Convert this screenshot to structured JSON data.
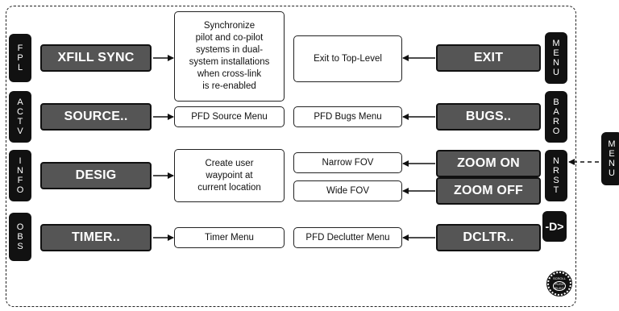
{
  "left_bezel_keys": [
    {
      "chars": [
        "F",
        "P",
        "L"
      ]
    },
    {
      "chars": [
        "A",
        "C",
        "T",
        "V"
      ]
    },
    {
      "chars": [
        "I",
        "N",
        "F",
        "O"
      ]
    },
    {
      "chars": [
        "O",
        "B",
        "S"
      ]
    }
  ],
  "right_bezel_keys": [
    {
      "chars": [
        "M",
        "E",
        "N",
        "U"
      ]
    },
    {
      "chars": [
        "B",
        "A",
        "R",
        "O"
      ]
    },
    {
      "chars": [
        "N",
        "R",
        "S",
        "T"
      ]
    }
  ],
  "external_key": {
    "chars": [
      "M",
      "E",
      "N",
      "U"
    ]
  },
  "direct_to_key": {
    "label": "-D>"
  },
  "knob": {
    "top": "SCROLL",
    "inner1": "PUSH",
    "inner2": "SELECT"
  },
  "left_softkeys": [
    "XFILL SYNC",
    "SOURCE..",
    "DESIG",
    "TIMER.."
  ],
  "right_softkeys": [
    "EXIT",
    "BUGS..",
    "ZOOM ON",
    "ZOOM OFF",
    "DCLTR.."
  ],
  "left_descriptions": [
    "Synchronize\npilot and co-pilot\nsystems in dual-\nsystem installations\nwhen cross-link\nis re-enabled",
    "PFD Source Menu",
    "Create user\nwaypoint at\ncurrent location",
    "Timer Menu"
  ],
  "right_descriptions": [
    "Exit to Top-Level",
    "PFD Bugs Menu",
    "Narrow FOV",
    "Wide FOV",
    "PFD Declutter Menu"
  ]
}
